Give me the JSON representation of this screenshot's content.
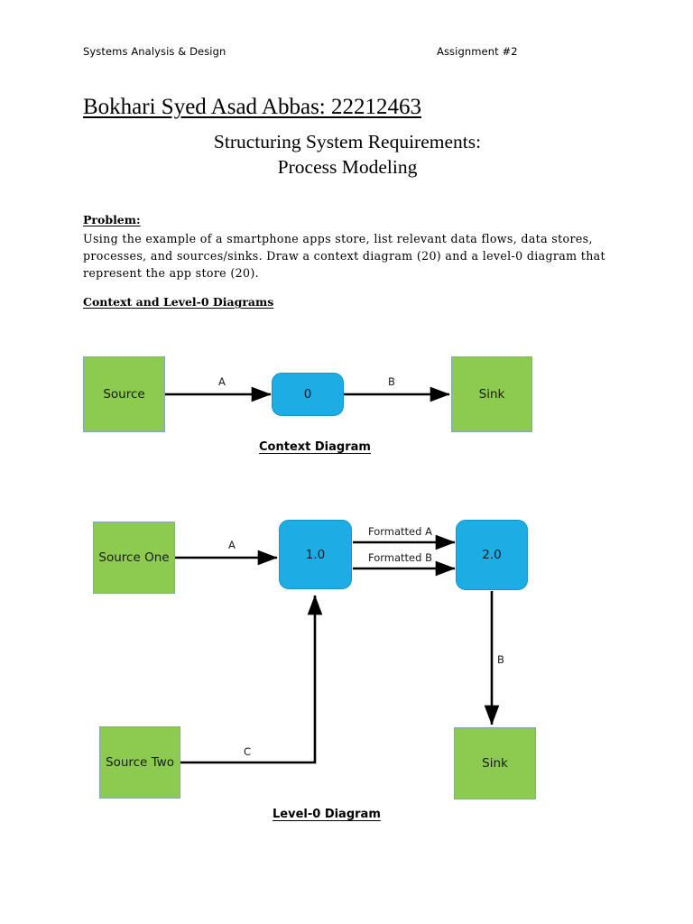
{
  "header": {
    "left": "Systems Analysis & Design",
    "right": "Assignment #2"
  },
  "title": {
    "name_and_id": "Bokhari Syed Asad Abbas: 22212463",
    "line1": "Structuring System Requirements:",
    "line2": "Process Modeling"
  },
  "problem": {
    "label": "Problem:",
    "text": "Using the example of a smartphone apps store, list relevant data flows, data stores, processes, and sources/sinks. Draw a context diagram (20) and a level-0 diagram that represent the app store (20)."
  },
  "section": {
    "label": "Context and Level-0 Diagrams"
  },
  "context_diagram": {
    "caption": "Context Diagram",
    "nodes": [
      {
        "id": "source",
        "label": "Source",
        "type": "external-entity"
      },
      {
        "id": "process",
        "label": "0",
        "type": "process"
      },
      {
        "id": "sink",
        "label": "Sink",
        "type": "external-entity"
      }
    ],
    "flows": [
      {
        "id": "a",
        "label": "A",
        "from": "source",
        "to": "process"
      },
      {
        "id": "b",
        "label": "B",
        "from": "process",
        "to": "sink"
      }
    ]
  },
  "level0_diagram": {
    "caption": "Level-0 Diagram",
    "nodes": [
      {
        "id": "source-one",
        "label": "Source One",
        "type": "external-entity"
      },
      {
        "id": "source-two",
        "label": "Source Two",
        "type": "external-entity"
      },
      {
        "id": "process-1",
        "label": "1.0",
        "type": "process"
      },
      {
        "id": "process-2",
        "label": "2.0",
        "type": "process"
      },
      {
        "id": "sink",
        "label": "Sink",
        "type": "external-entity"
      }
    ],
    "flows": [
      {
        "id": "a",
        "label": "A",
        "from": "source-one",
        "to": "process-1"
      },
      {
        "id": "formatted-a",
        "label": "Formatted A",
        "from": "process-1",
        "to": "process-2"
      },
      {
        "id": "formatted-b",
        "label": "Formatted B",
        "from": "process-1",
        "to": "process-2"
      },
      {
        "id": "b",
        "label": "B",
        "from": "process-2",
        "to": "sink"
      },
      {
        "id": "c",
        "label": "C",
        "from": "source-two",
        "to": "process-1"
      }
    ]
  },
  "colors": {
    "external_entity_fill": "#8DCB50",
    "external_entity_border": "#7FA7BE",
    "process_fill": "#1CADE4",
    "process_border": "#1793C4",
    "connector": "#000000",
    "page_background": "#FFFFFF",
    "text": "#000000"
  }
}
